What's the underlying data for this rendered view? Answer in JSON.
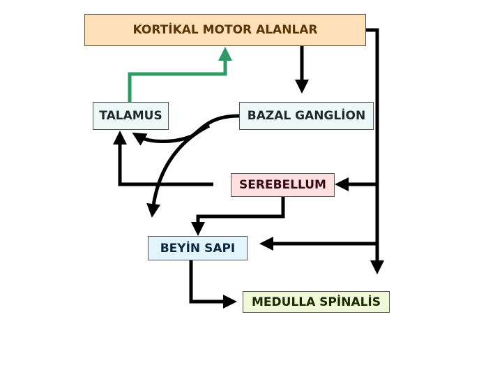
{
  "nodes": {
    "cortex": {
      "label": "KORTİKAL MOTOR ALANLAR",
      "fill": "#fde0b8",
      "color": "#5a3506"
    },
    "thalamus": {
      "label": "TALAMUS",
      "fill": "#eef8f6",
      "color": "#1c2a2a"
    },
    "basal": {
      "label": "BAZAL GANGLİON",
      "fill": "#eef8f6",
      "color": "#1c2a2a"
    },
    "cerebellum": {
      "label": "SEREBELLUM",
      "fill": "#fde0e0",
      "color": "#3a0a12"
    },
    "brainstem": {
      "label": "BEYİN SAPI",
      "fill": "#e2f4fc",
      "color": "#0a2840"
    },
    "spinal": {
      "label": "MEDULLA SPİNALİS",
      "fill": "#f0f8d8",
      "color": "#1a2800"
    }
  },
  "colors": {
    "arrow": "#000000",
    "green_arrow": "#2e9a66"
  }
}
